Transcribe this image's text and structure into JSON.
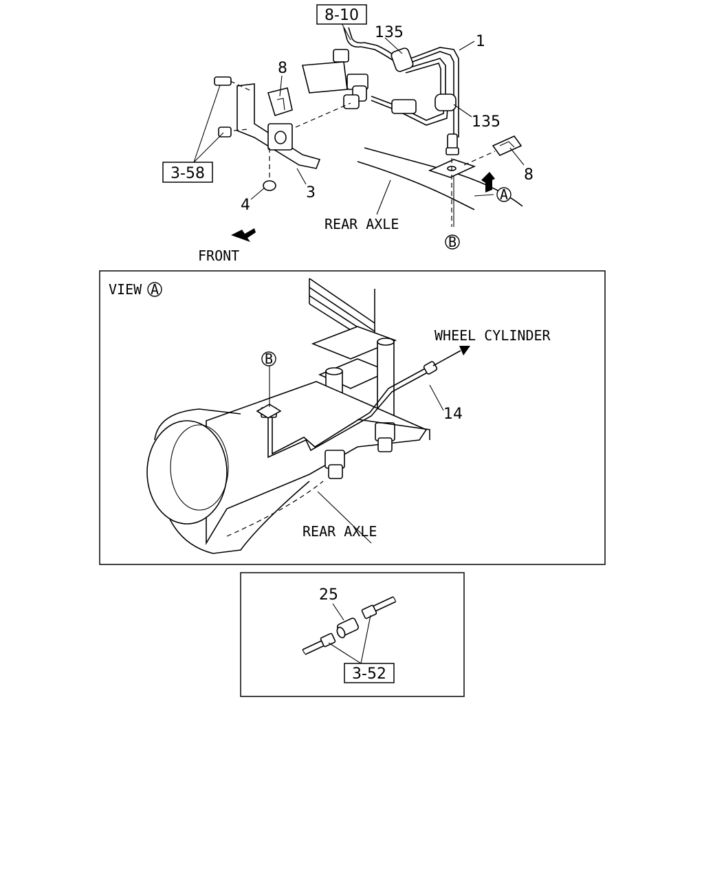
{
  "callouts": {
    "ref_8_10": "8-10",
    "ref_3_58": "3-58",
    "ref_3_52": "3-52",
    "p135_top": "135",
    "p135_right": "135",
    "p1": "1",
    "p8_left": "8",
    "p8_right": "8",
    "p3": "3",
    "p4": "4",
    "p14": "14",
    "p25": "25"
  },
  "labels": {
    "rear_axle_top": "REAR AXLE",
    "front": "FRONT",
    "view": "VIEW",
    "view_marker": "A",
    "marker_a": "A",
    "marker_b_top": "B",
    "marker_b_view": "B",
    "wheel_cylinder": "WHEEL CYLINDER",
    "rear_axle_view": "REAR AXLE"
  }
}
